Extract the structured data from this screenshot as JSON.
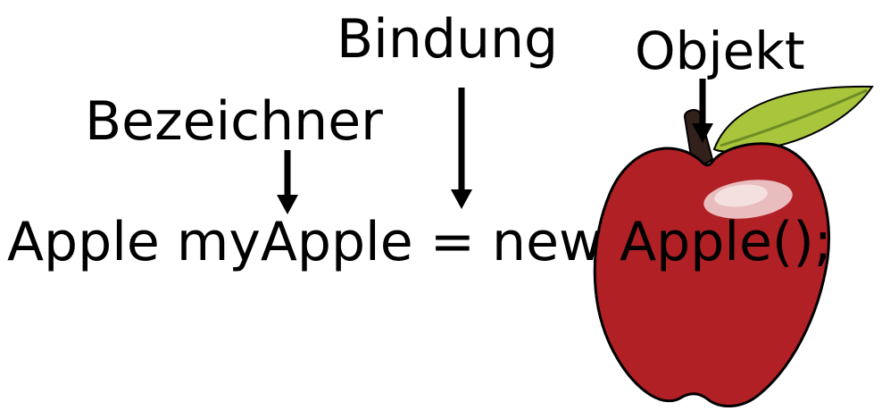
{
  "diagram": {
    "labels": {
      "bindung": "Bindung",
      "objekt": "Objekt",
      "bezeichner": "Bezeichner"
    },
    "code": "Apple myApple = new Apple();"
  },
  "colors": {
    "background": "#ffffff",
    "text": "#000000",
    "arrow": "#000000",
    "apple_body": "#b02025",
    "apple_outline": "#000000",
    "apple_stem": "#32201b",
    "apple_leaf": "#a9c53c",
    "apple_leaf_vein": "#6d8c24",
    "apple_highlight": "#ecc6c6",
    "apple_highlight_inner": "#f6e3e3"
  }
}
